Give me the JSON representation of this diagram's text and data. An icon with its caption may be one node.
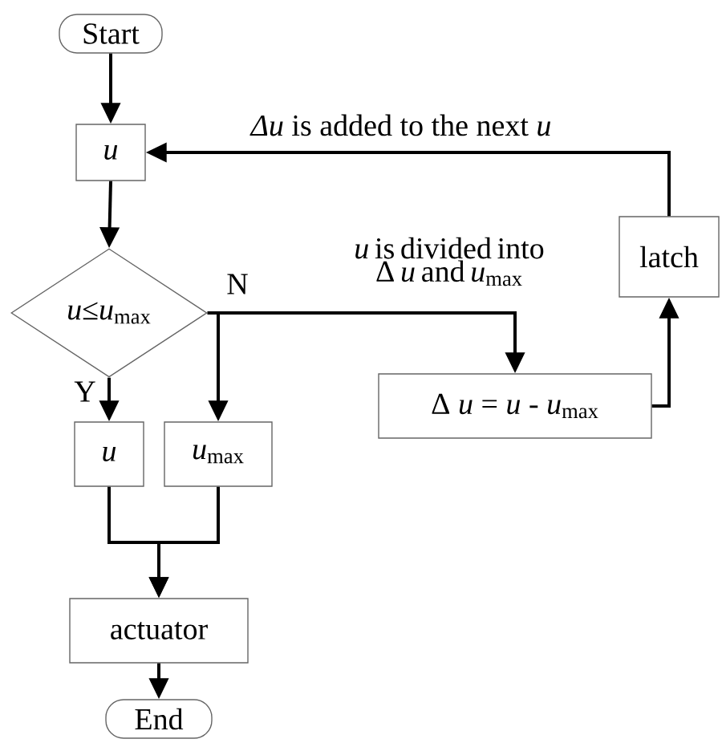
{
  "diagram": {
    "nodes": [
      {
        "text": [
          "Start"
        ]
      },
      {
        "text": [
          "u"
        ]
      },
      {
        "text": [
          "*u*≤*u*$_{max}$"
        ]
      },
      {
        "text": [
          "u"
        ]
      },
      {
        "text": [
          "*u*$_{max}$"
        ]
      },
      {
        "text": [
          "actuator"
        ]
      },
      {
        "text": [
          "End"
        ]
      },
      {
        "text": [
          "Δ *u* = *u* - *u*$_{max}$"
        ]
      },
      {
        "text": [
          "latch"
        ]
      }
    ],
    "edges": [
      {
        "from": 0,
        "to": 1,
        "arrow": "to"
      },
      {
        "from": 1,
        "to": 2,
        "arrow": "to"
      },
      {
        "from": 2,
        "to": 3,
        "arrow": "to",
        "label": "Y"
      },
      {
        "from": 2,
        "to": 4,
        "arrow": "to",
        "label": "N"
      },
      {
        "from": 2,
        "to": 7,
        "arrow": "to",
        "label": "*u* is divided into Δ *u* and *u*$_{max}$"
      },
      {
        "from": 3,
        "to": 5,
        "arrow": "to"
      },
      {
        "from": 4,
        "to": 5,
        "arrow": "to"
      },
      {
        "from": 5,
        "to": 6,
        "arrow": "to"
      },
      {
        "from": 7,
        "to": 8,
        "arrow": "to"
      },
      {
        "from": 8,
        "to": 1,
        "arrow": "to",
        "label": "*Δu* is added to the next *u*"
      }
    ]
  }
}
